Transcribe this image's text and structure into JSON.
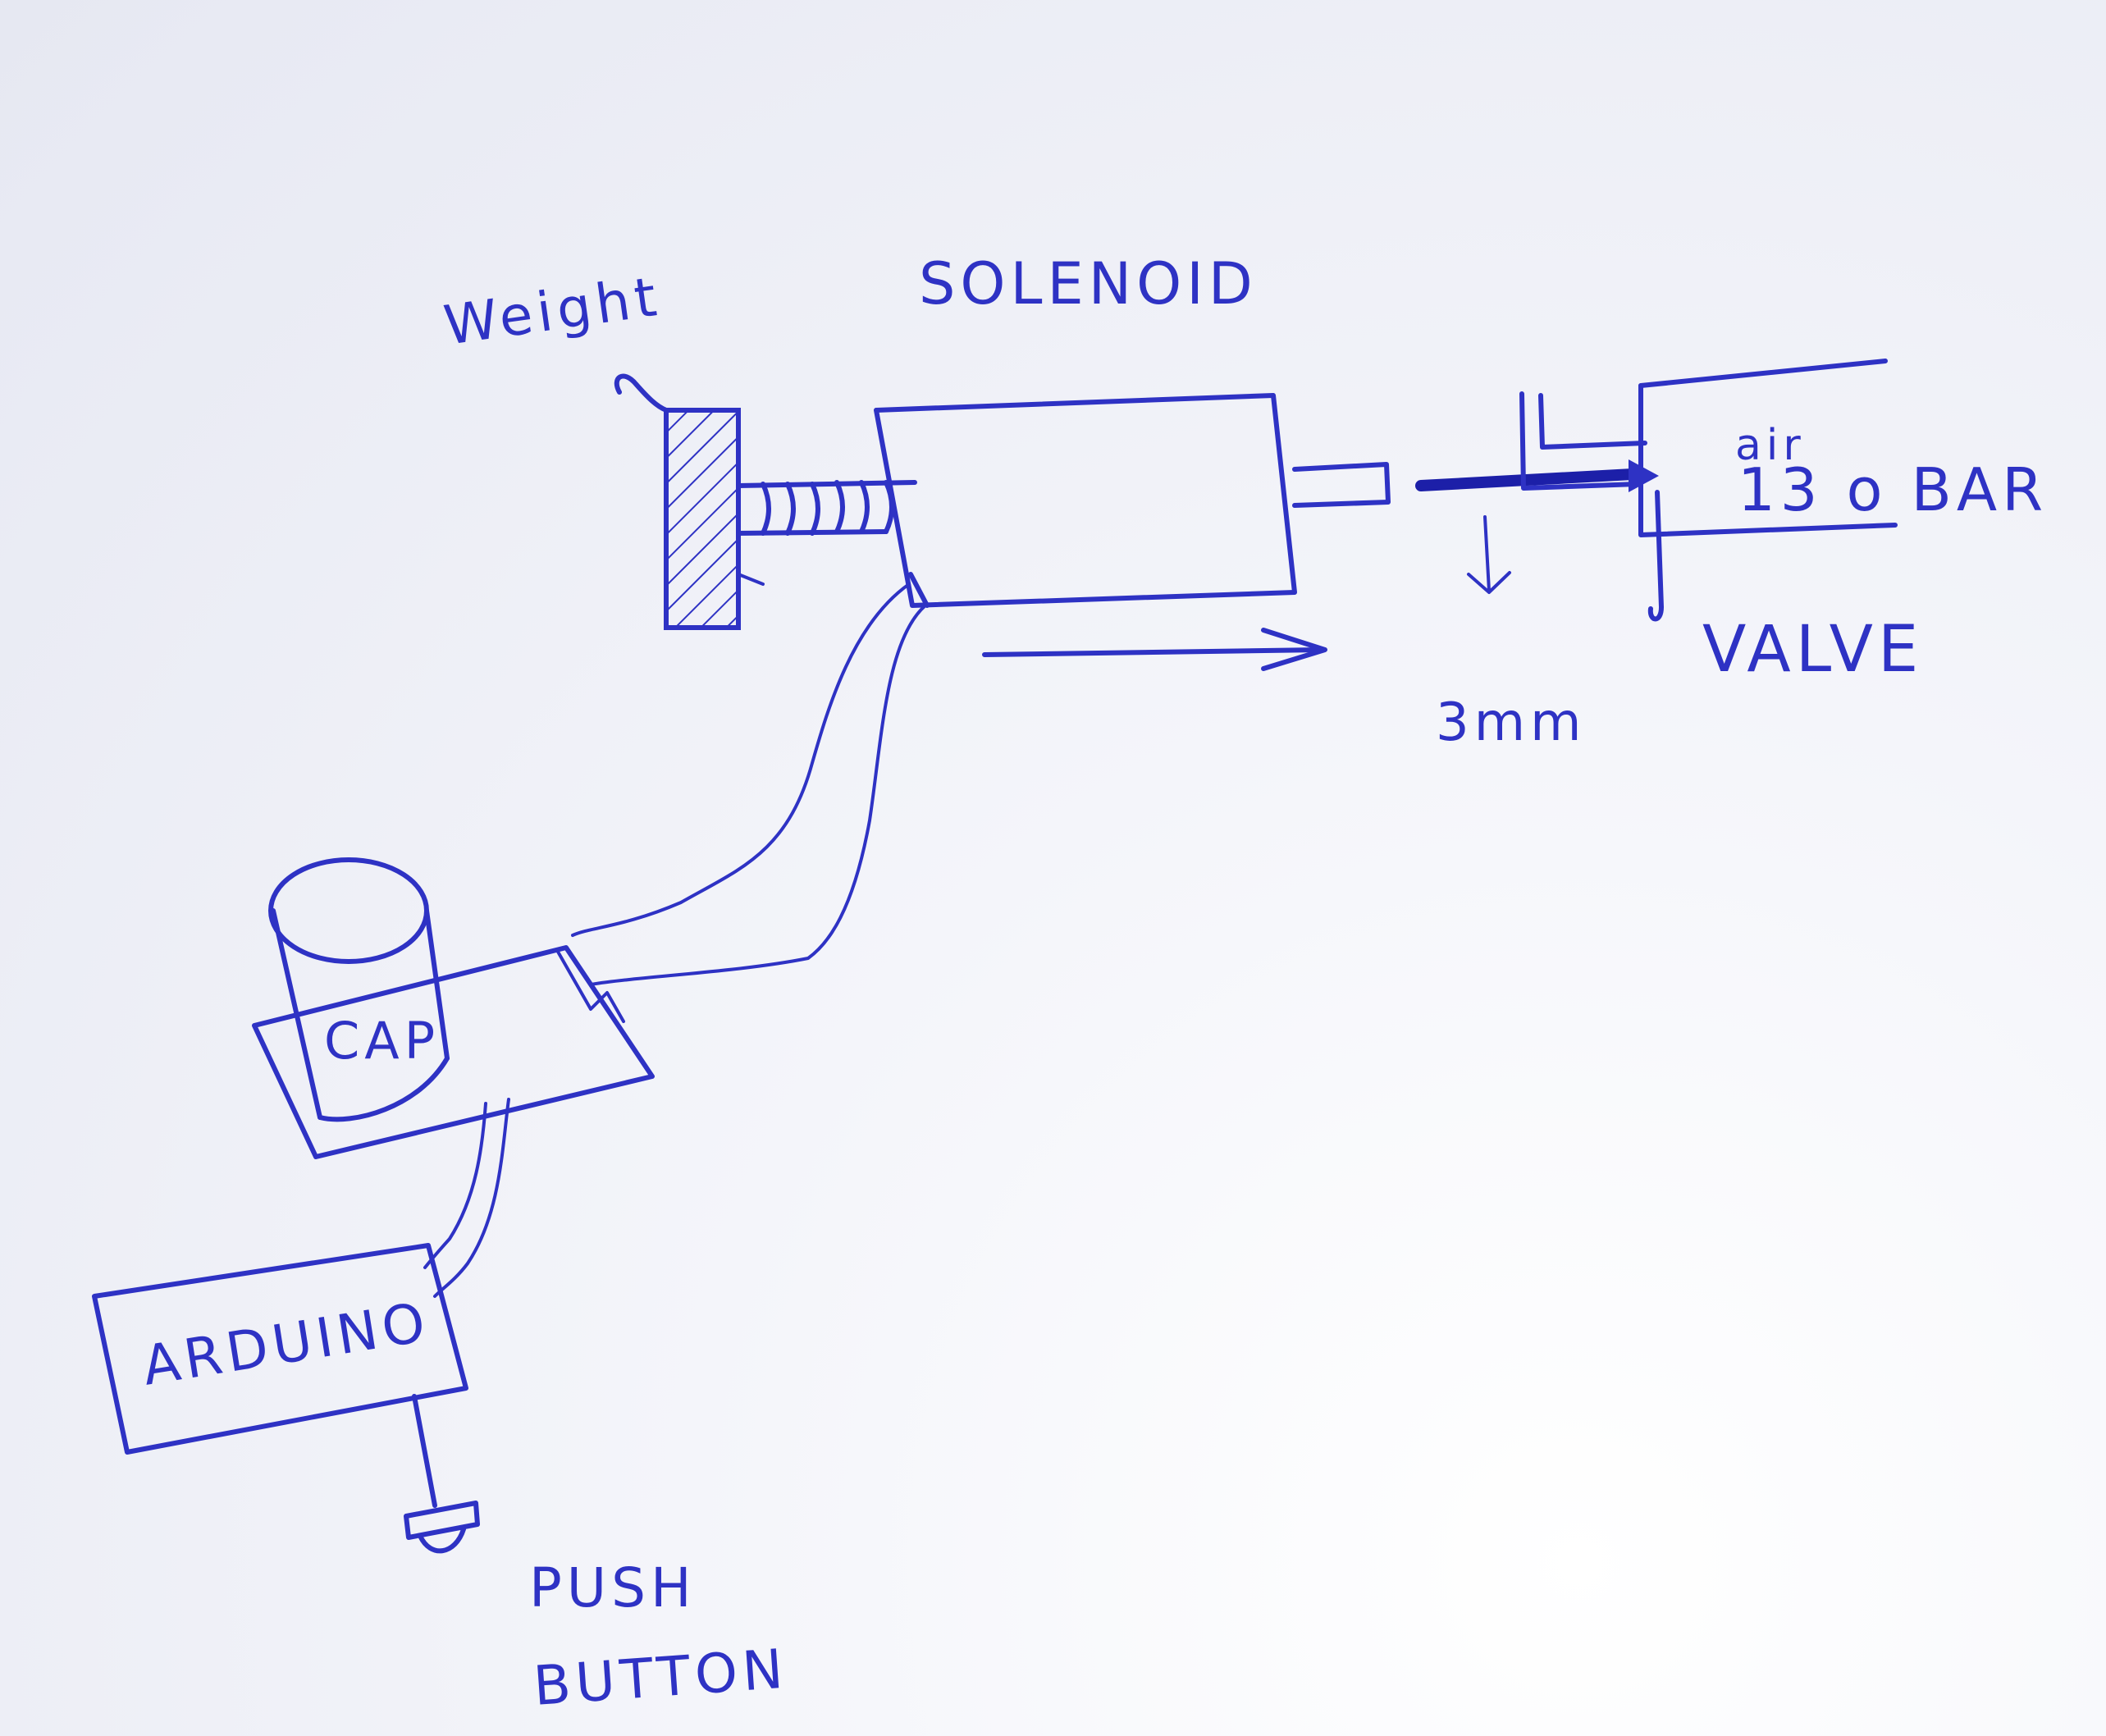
{
  "labels": {
    "weight": "Weight",
    "solenoid": "SOLENOID",
    "air": "air",
    "pressure": "13 o BAR",
    "valve": "VALVE",
    "stroke": "3mm",
    "cap": "CAP",
    "arduino": "ARDUINO",
    "push": "PUSH",
    "button": "BUTTON"
  },
  "colors": {
    "ink": "#2e32c4",
    "paper": "#eef0f7"
  }
}
